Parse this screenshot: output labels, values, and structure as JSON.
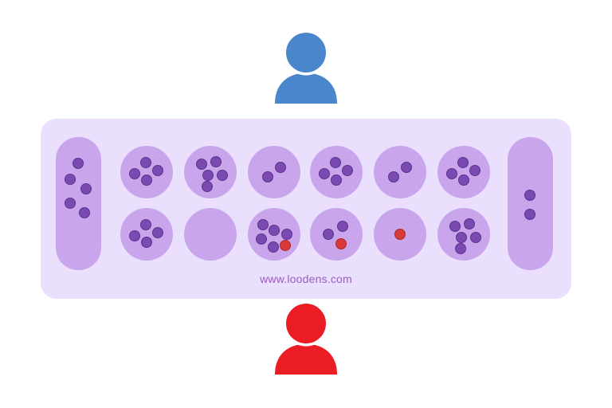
{
  "colors": {
    "background": "#ffffff",
    "board": "#eae0fd",
    "pit": "#c9a6eb",
    "seed": "#7a4ab0",
    "seed_edge": "#5c3290",
    "highlight_seed": "#d63a3a",
    "highlight_seed_edge": "#b52424",
    "player_top": "#4a86cc",
    "player_bottom": "#ea1c24",
    "watermark": "#9a5cc0"
  },
  "players": {
    "top": {
      "icon": "user-icon",
      "color": "#4a86cc"
    },
    "bottom": {
      "icon": "user-icon",
      "color": "#ea1c24"
    }
  },
  "board": {
    "watermark": "www.loodens.com",
    "stores": {
      "left": {
        "seeds": 5
      },
      "right": {
        "seeds": 2
      }
    },
    "top_row": [
      {
        "seeds": 4,
        "red": 0
      },
      {
        "seeds": 5,
        "red": 0
      },
      {
        "seeds": 2,
        "red": 0
      },
      {
        "seeds": 4,
        "red": 0
      },
      {
        "seeds": 2,
        "red": 0
      },
      {
        "seeds": 4,
        "red": 0
      }
    ],
    "bottom_row": [
      {
        "seeds": 4,
        "red": 0
      },
      {
        "seeds": 0,
        "red": 0
      },
      {
        "seeds": 6,
        "red": 1
      },
      {
        "seeds": 3,
        "red": 1
      },
      {
        "seeds": 1,
        "red": 1
      },
      {
        "seeds": 5,
        "red": 0
      }
    ]
  }
}
